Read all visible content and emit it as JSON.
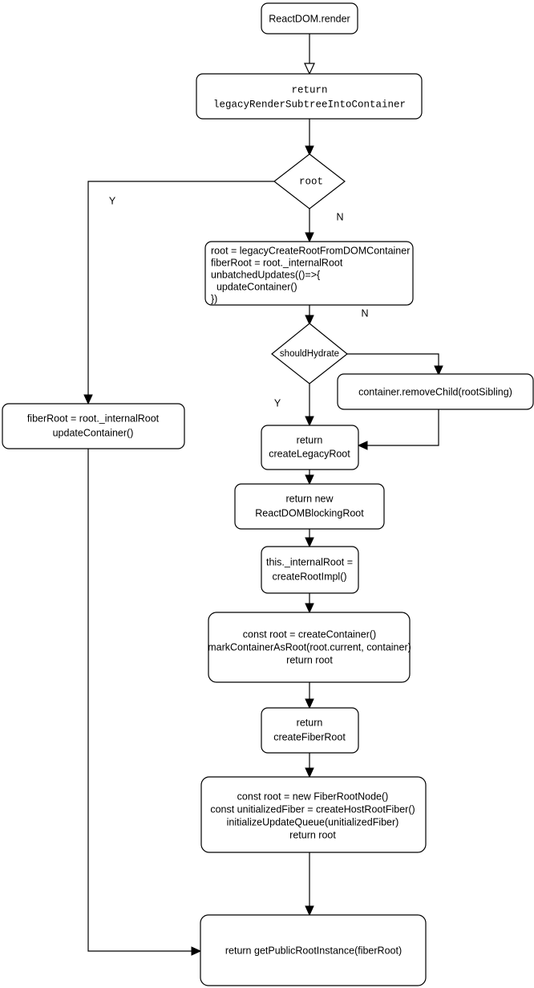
{
  "diagram": {
    "title": "ReactDOM.render flowchart",
    "colors": {
      "stroke": "#000000",
      "fill": "#ffffff",
      "text": "#000000"
    },
    "nodes": {
      "react_dom_render": {
        "label": "ReactDOM.render",
        "shape": "rounded-rect"
      },
      "legacy_render_subtree": {
        "line1": "return",
        "line2": "legacyRenderSubtreeIntoContainer",
        "shape": "rounded-rect"
      },
      "root_decision": {
        "label": "root",
        "shape": "diamond"
      },
      "legacy_create_root": {
        "line1": "root = legacyCreateRootFromDOMContainer",
        "line2": "fiberRoot = root._internalRoot",
        "line3": "unbatchedUpdates(()=>{",
        "line4": "  updateContainer()",
        "line5": "})",
        "shape": "rounded-rect"
      },
      "should_hydrate_decision": {
        "label": "shouldHydrate",
        "shape": "diamond"
      },
      "container_remove_child": {
        "label": "container.removeChild(rootSibling)",
        "shape": "rounded-rect"
      },
      "fiber_root_update": {
        "line1": "fiberRoot = root._internalRoot",
        "line2": "updateContainer()",
        "shape": "rounded-rect"
      },
      "create_legacy_root": {
        "line1": "return",
        "line2": "createLegacyRoot",
        "shape": "rounded-rect"
      },
      "react_dom_blocking_root": {
        "line1": "return new",
        "line2": "ReactDOMBlockingRoot",
        "shape": "rounded-rect"
      },
      "internal_root_impl": {
        "line1": "this._internalRoot =",
        "line2": "createRootImpl()",
        "shape": "rounded-rect"
      },
      "create_container": {
        "line1": "const root = createContainer()",
        "line2": "markContainerAsRoot(root.current, container)",
        "line3": "return root",
        "shape": "rounded-rect"
      },
      "create_fiber_root": {
        "line1": "return",
        "line2": "createFiberRoot",
        "shape": "rounded-rect"
      },
      "fiber_root_node": {
        "line1": "const root = new FiberRootNode()",
        "line2": "const unitializedFiber = createHostRootFiber()",
        "line3": "initializeUpdateQueue(unitializedFiber)",
        "line4": "return root",
        "shape": "rounded-rect"
      },
      "get_public_root_instance": {
        "label": "return getPublicRootInstance(fiberRoot)",
        "shape": "rounded-rect"
      }
    },
    "edge_labels": {
      "root_yes": "Y",
      "root_no": "N",
      "hydrate_no": "N",
      "hydrate_yes": "Y"
    }
  }
}
